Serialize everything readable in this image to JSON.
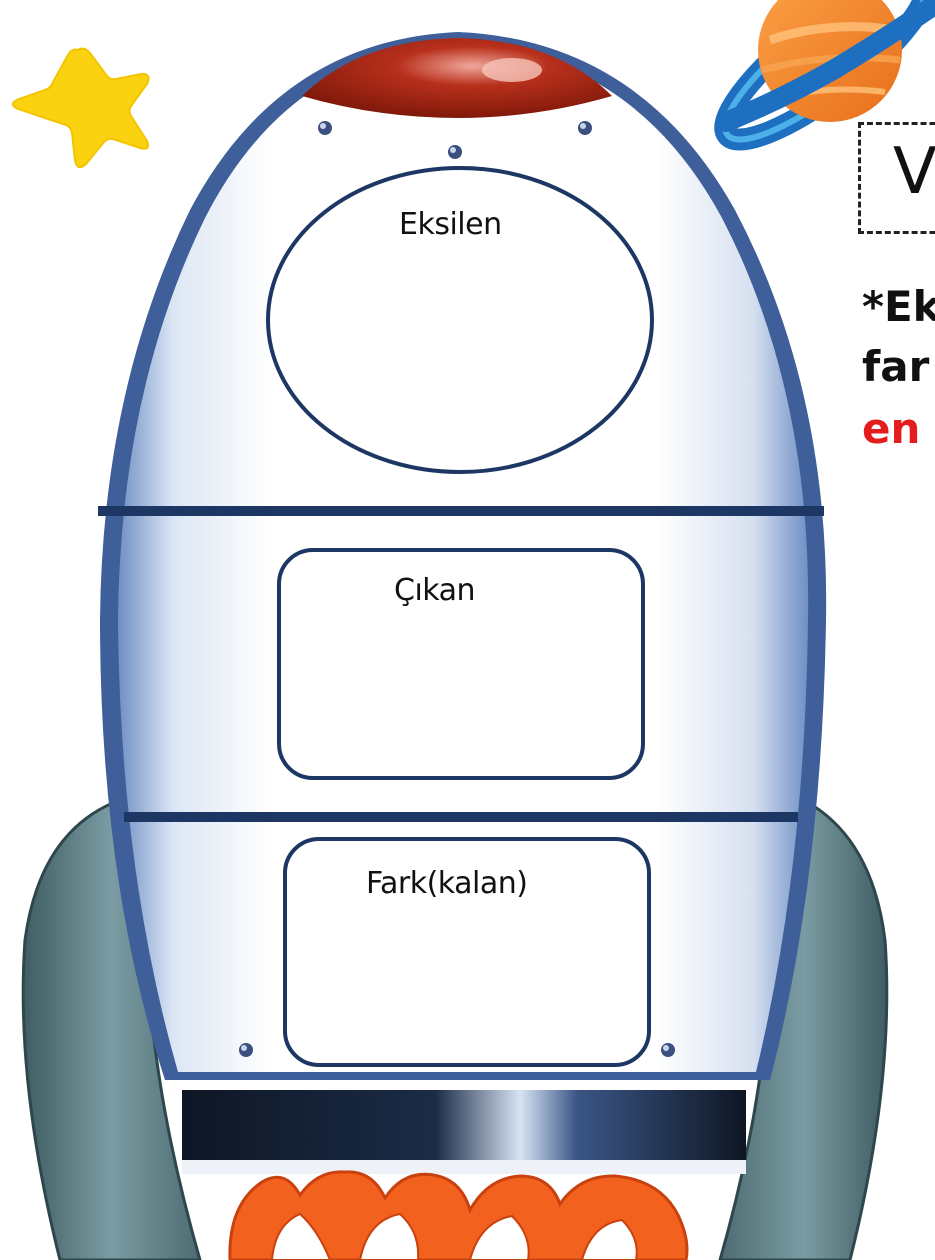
{
  "rocket": {
    "section1_label": "Eksilen",
    "section2_label": "Çıkan",
    "section3_label": "Fark(kalan)"
  },
  "side": {
    "title": "V",
    "line1": "*Ek",
    "line2": "far",
    "line3": "en"
  },
  "colors": {
    "star": "#FAD20F",
    "planet_orange": "#F5862A",
    "planet_ring": "#1F6FC0",
    "outline_navy": "#1C3763",
    "nose_red": "#A32312",
    "fin_gray": "#5E7E84",
    "flame": "#F2611E",
    "accent_red": "#E51C1C"
  }
}
